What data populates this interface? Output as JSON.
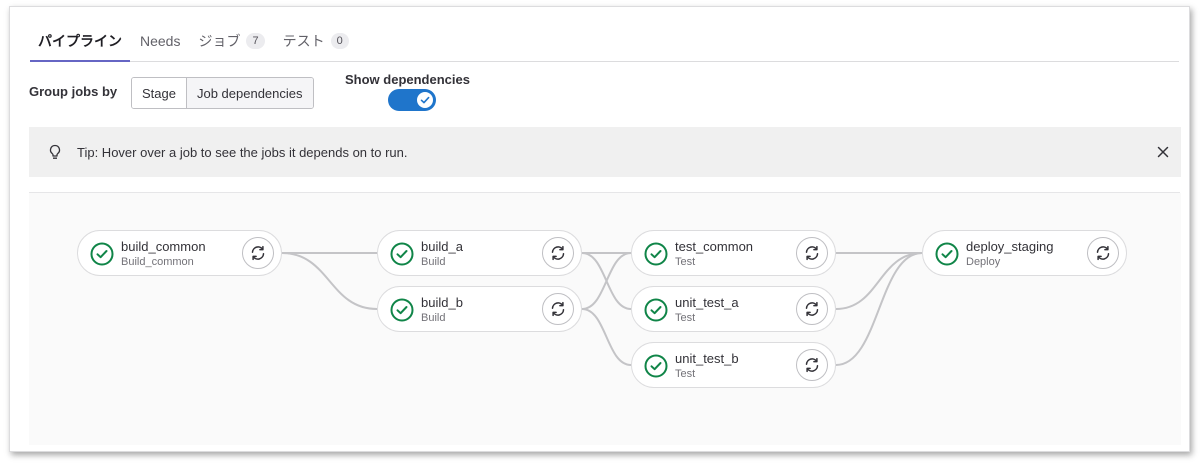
{
  "tabs": [
    {
      "label": "パイプライン",
      "active": true
    },
    {
      "label": "Needs"
    },
    {
      "label": "ジョブ",
      "count": "7"
    },
    {
      "label": "テスト",
      "count": "0"
    }
  ],
  "controls": {
    "group_label": "Group jobs by",
    "group_options": [
      "Stage",
      "Job dependencies"
    ],
    "selected_option": "Job dependencies",
    "show_dependencies_label": "Show dependencies",
    "show_dependencies_on": true
  },
  "tip": {
    "text": "Tip: Hover over a job to see the jobs it depends on to run.",
    "icon": "lightbulb-icon",
    "close_icon": "close-icon"
  },
  "jobs": [
    {
      "id": "build_common",
      "name": "build_common",
      "stage": "Build_common",
      "status": "success"
    },
    {
      "id": "build_a",
      "name": "build_a",
      "stage": "Build",
      "status": "success"
    },
    {
      "id": "build_b",
      "name": "build_b",
      "stage": "Build",
      "status": "success"
    },
    {
      "id": "test_common",
      "name": "test_common",
      "stage": "Test",
      "status": "success"
    },
    {
      "id": "unit_test_a",
      "name": "unit_test_a",
      "stage": "Test",
      "status": "success"
    },
    {
      "id": "unit_test_b",
      "name": "unit_test_b",
      "stage": "Test",
      "status": "success"
    },
    {
      "id": "deploy_staging",
      "name": "deploy_staging",
      "stage": "Deploy",
      "status": "success"
    }
  ],
  "dependencies": [
    [
      "build_common",
      "build_a"
    ],
    [
      "build_common",
      "build_b"
    ],
    [
      "build_a",
      "test_common"
    ],
    [
      "build_a",
      "unit_test_a"
    ],
    [
      "build_b",
      "test_common"
    ],
    [
      "build_b",
      "unit_test_b"
    ],
    [
      "test_common",
      "deploy_staging"
    ],
    [
      "unit_test_a",
      "deploy_staging"
    ],
    [
      "unit_test_b",
      "deploy_staging"
    ]
  ],
  "colors": {
    "accent": "#1f75cb",
    "success": "#108548",
    "tab_underline": "#6666c4"
  }
}
